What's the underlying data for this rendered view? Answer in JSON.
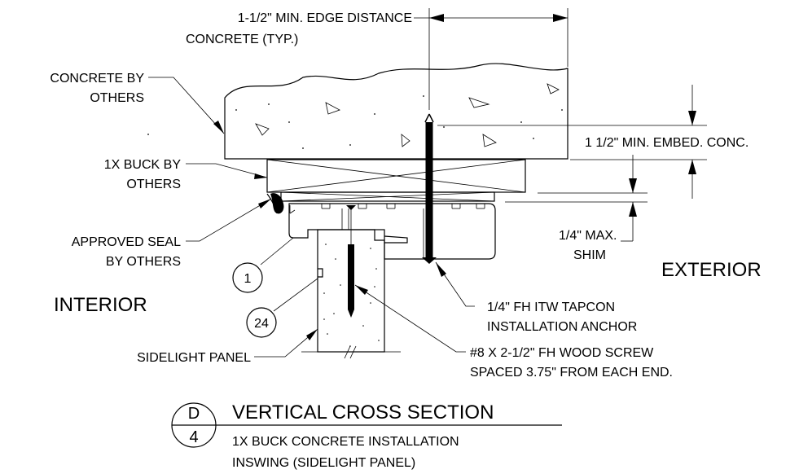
{
  "labels": {
    "edge_distance_line1": "1-1/2\" MIN. EDGE DISTANCE",
    "edge_distance_line2": "CONCRETE (TYP.)",
    "concrete_line1": "CONCRETE BY",
    "concrete_line2": "OTHERS",
    "buck_line1": "1X BUCK BY",
    "buck_line2": "OTHERS",
    "seal_line1": "APPROVED SEAL",
    "seal_line2": "BY OTHERS",
    "interior": "INTERIOR",
    "exterior": "EXTERIOR",
    "embed": "1 1/2\" MIN. EMBED. CONC.",
    "shim_line1": "1/4\" MAX.",
    "shim_line2": "SHIM",
    "anchor_line1": "1/4\" FH ITW TAPCON",
    "anchor_line2": "INSTALLATION ANCHOR",
    "screw_line1": "#8 X 2-1/2\" FH WOOD SCREW",
    "screw_line2": "SPACED 3.75\" FROM EACH END.",
    "sidelight_panel": "SIDELIGHT PANEL",
    "callout_1": "1",
    "callout_24": "24"
  },
  "title_block": {
    "detail_letter": "D",
    "sheet_number": "4",
    "title": "VERTICAL CROSS SECTION",
    "subtitle_line1": "1X BUCK CONCRETE INSTALLATION",
    "subtitle_line2": "INSWING (SIDELIGHT PANEL)"
  }
}
